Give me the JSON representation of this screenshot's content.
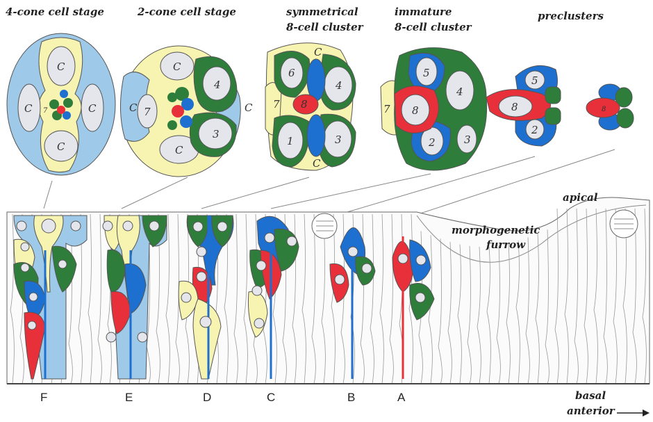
{
  "stages": {
    "s1": "4-cone cell stage",
    "s2": "2-cone cell stage",
    "s3_line1": "symmetrical",
    "s3_line2": "8-cell cluster",
    "s4_line1": "immature",
    "s4_line2": "8-cell cluster",
    "s5": "preclusters"
  },
  "side_labels": {
    "apical": "apical",
    "furrow_line1": "morphogenetic",
    "furrow_line2": "furrow",
    "basal": "basal",
    "anterior": "anterior"
  },
  "columns": [
    "F",
    "E",
    "D",
    "C",
    "B",
    "A"
  ],
  "cell_labels": {
    "cone": "C",
    "r1": "1",
    "r2": "2",
    "r3": "3",
    "r4": "4",
    "r5": "5",
    "r6": "6",
    "r7": "7",
    "r8": "8"
  },
  "colors": {
    "yellow": "#f7f3b0",
    "light_blue": "#9ec9e8",
    "green": "#2e7d3a",
    "blue": "#1d6fd0",
    "red": "#e8303a",
    "grey_cell": "#e4e6ec",
    "outline": "#555555"
  }
}
